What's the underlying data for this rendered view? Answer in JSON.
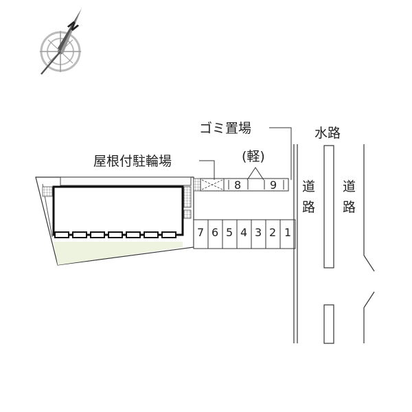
{
  "compass": {
    "north_label": "N",
    "icon": "compass-rose-icon"
  },
  "labels": {
    "garbage": "ゴミ置場",
    "waterway": "水路",
    "bicycle_parking": "屋根付駐輪場",
    "light_car": "(軽)",
    "road_char1": "道",
    "road_char2": "路"
  },
  "parking_top": [
    "8",
    "9"
  ],
  "parking_bottom": [
    "7",
    "6",
    "5",
    "4",
    "3",
    "2",
    "1"
  ],
  "colors": {
    "line": "#333333",
    "lawn": "#eef3e0",
    "building_fill": "#ffffff"
  }
}
